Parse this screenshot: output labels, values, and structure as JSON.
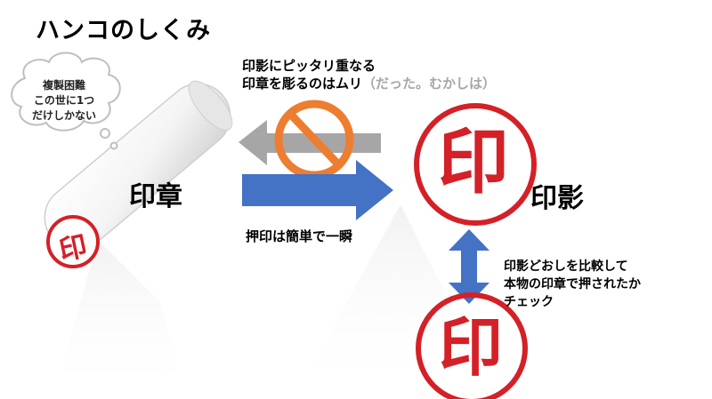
{
  "title": "ハンコのしくみ",
  "bubble": {
    "lines": [
      "複製困難",
      "この世に1つ",
      "だけしかない"
    ]
  },
  "labels": {
    "hanko": "印章",
    "inei": "印影",
    "stamp_top_char": "印",
    "stamp_bottom_char": "印",
    "hanko_face_char": "印"
  },
  "notes": {
    "top_line1": "印影にピッタリ重なる",
    "top_line2": "印章を彫るのはムリ",
    "top_line2_aside": "（だった。むかしは）",
    "push": "押印は簡単で一瞬",
    "compare_line1": "印影どおしを比較して",
    "compare_line2": "本物の印章で押されたか",
    "compare_line3": "チェック"
  },
  "colors": {
    "stamp_red": "#d42027",
    "blue_arrow": "#4472c4",
    "gray_arrow": "#a6a6a6",
    "prohibit_orange": "#ed7d31"
  },
  "icons": {
    "prohibit": "prohibited-icon",
    "thought_bubble": "thought-bubble-icon"
  }
}
